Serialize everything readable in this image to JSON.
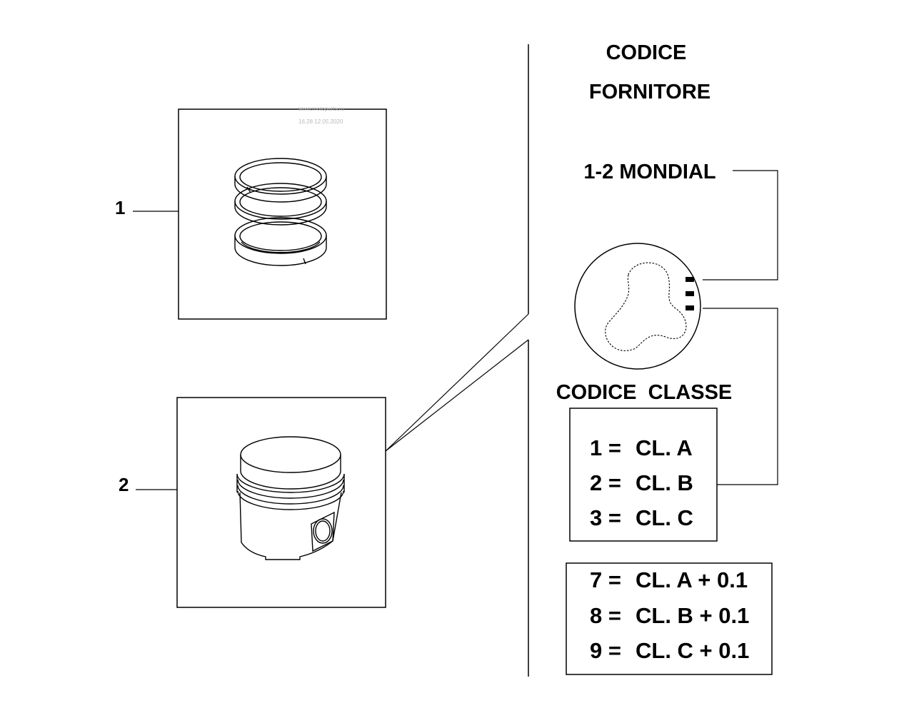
{
  "watermark": {
    "line1": "www.motoparts.ru",
    "line2": "16.28 12.05.2020"
  },
  "parts": [
    {
      "number": "1",
      "name": "piston-rings"
    },
    {
      "number": "2",
      "name": "piston"
    }
  ],
  "supplier": {
    "heading_line1": "CODICE",
    "heading_line2": "FORNITORE",
    "entry": "1-2 MONDIAL"
  },
  "class": {
    "heading": "CODICE  CLASSE",
    "standard": [
      {
        "code": "1 =",
        "value": "CL. A"
      },
      {
        "code": "2 =",
        "value": "CL. B"
      },
      {
        "code": "3 =",
        "value": "CL. C"
      }
    ],
    "oversize": [
      {
        "code": "7 =",
        "value": "CL. A + 0.1"
      },
      {
        "code": "8 =",
        "value": "CL. B + 0.1"
      },
      {
        "code": "9 =",
        "value": "CL. C + 0.1"
      }
    ]
  }
}
